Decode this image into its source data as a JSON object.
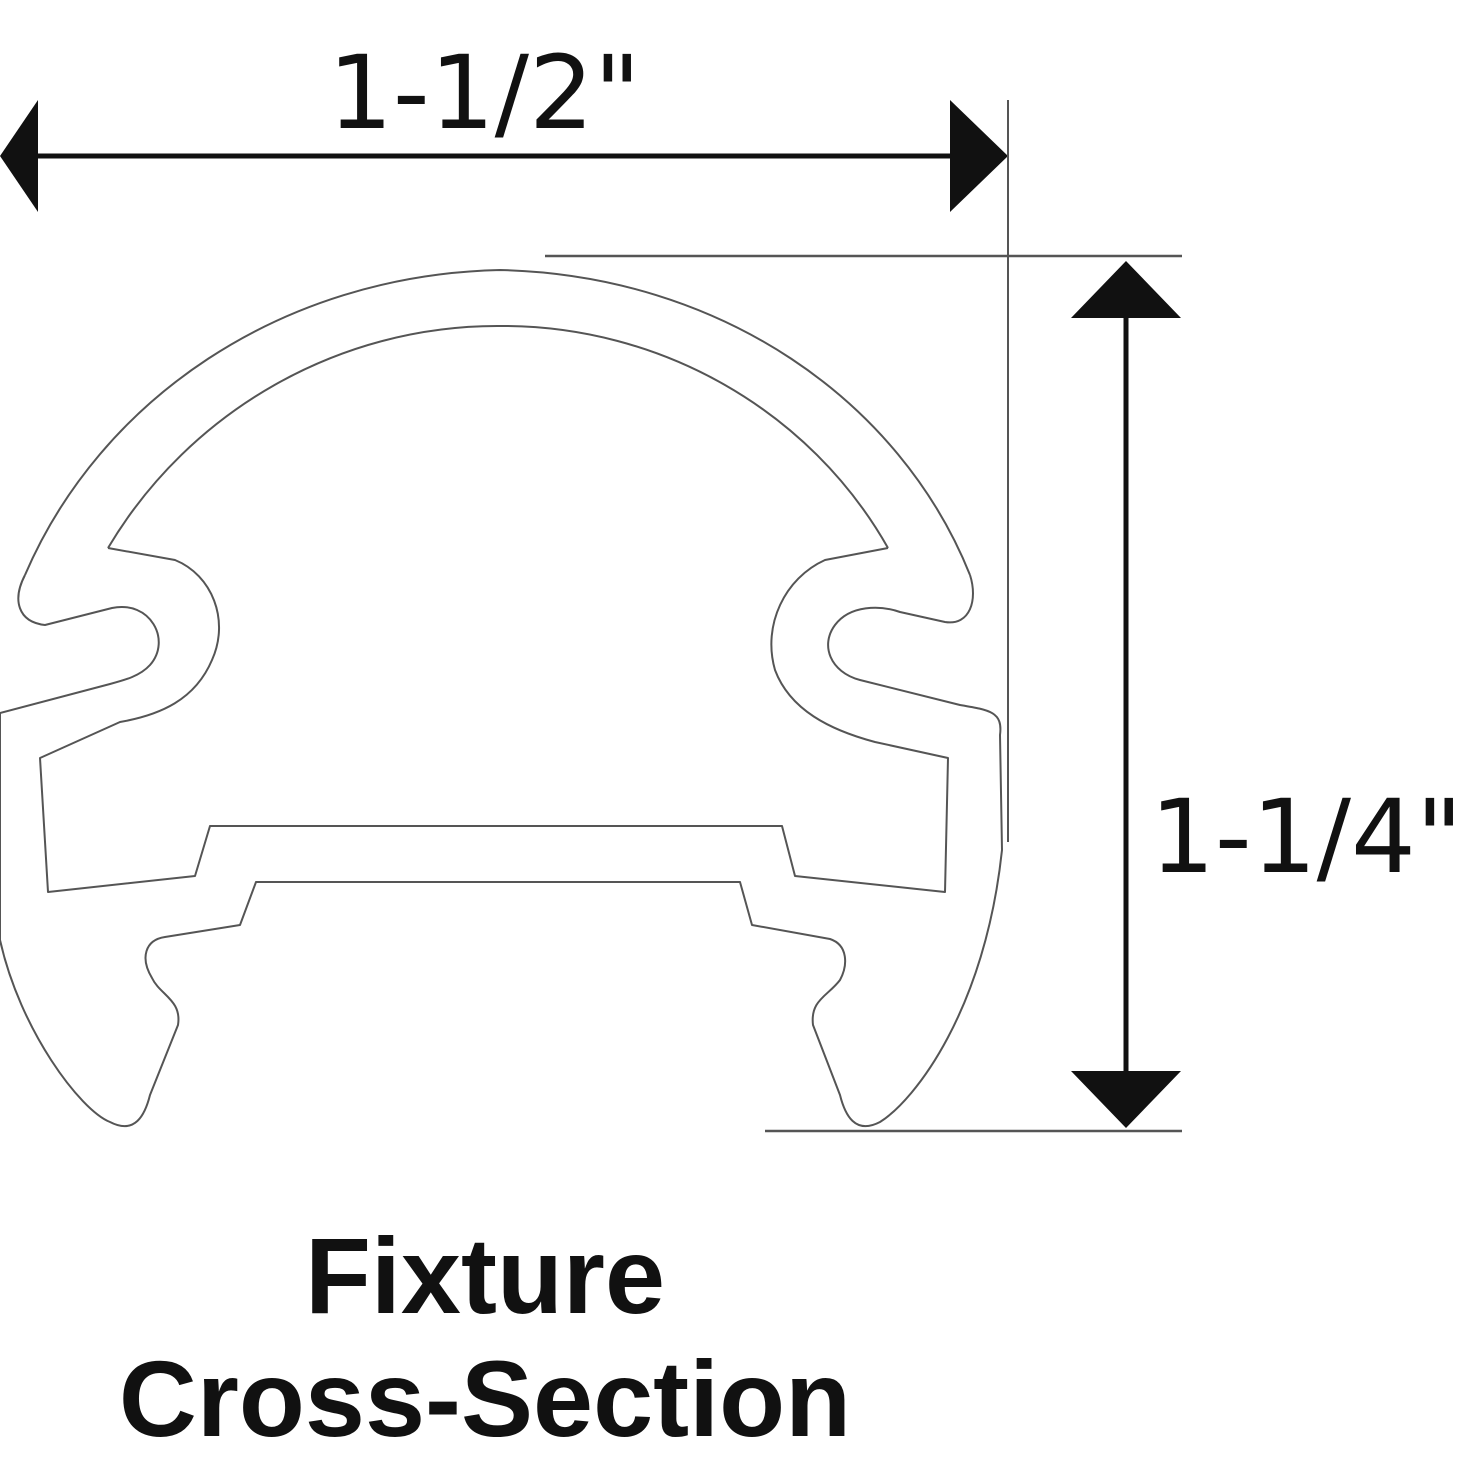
{
  "dimensions": {
    "width_label": "1-1/2\"",
    "height_label": "1-1/4\""
  },
  "caption": {
    "line1": "Fixture",
    "line2": "Cross-Section"
  },
  "colors": {
    "background": "#ffffff",
    "ink": "#111111",
    "outline": "#555555"
  }
}
